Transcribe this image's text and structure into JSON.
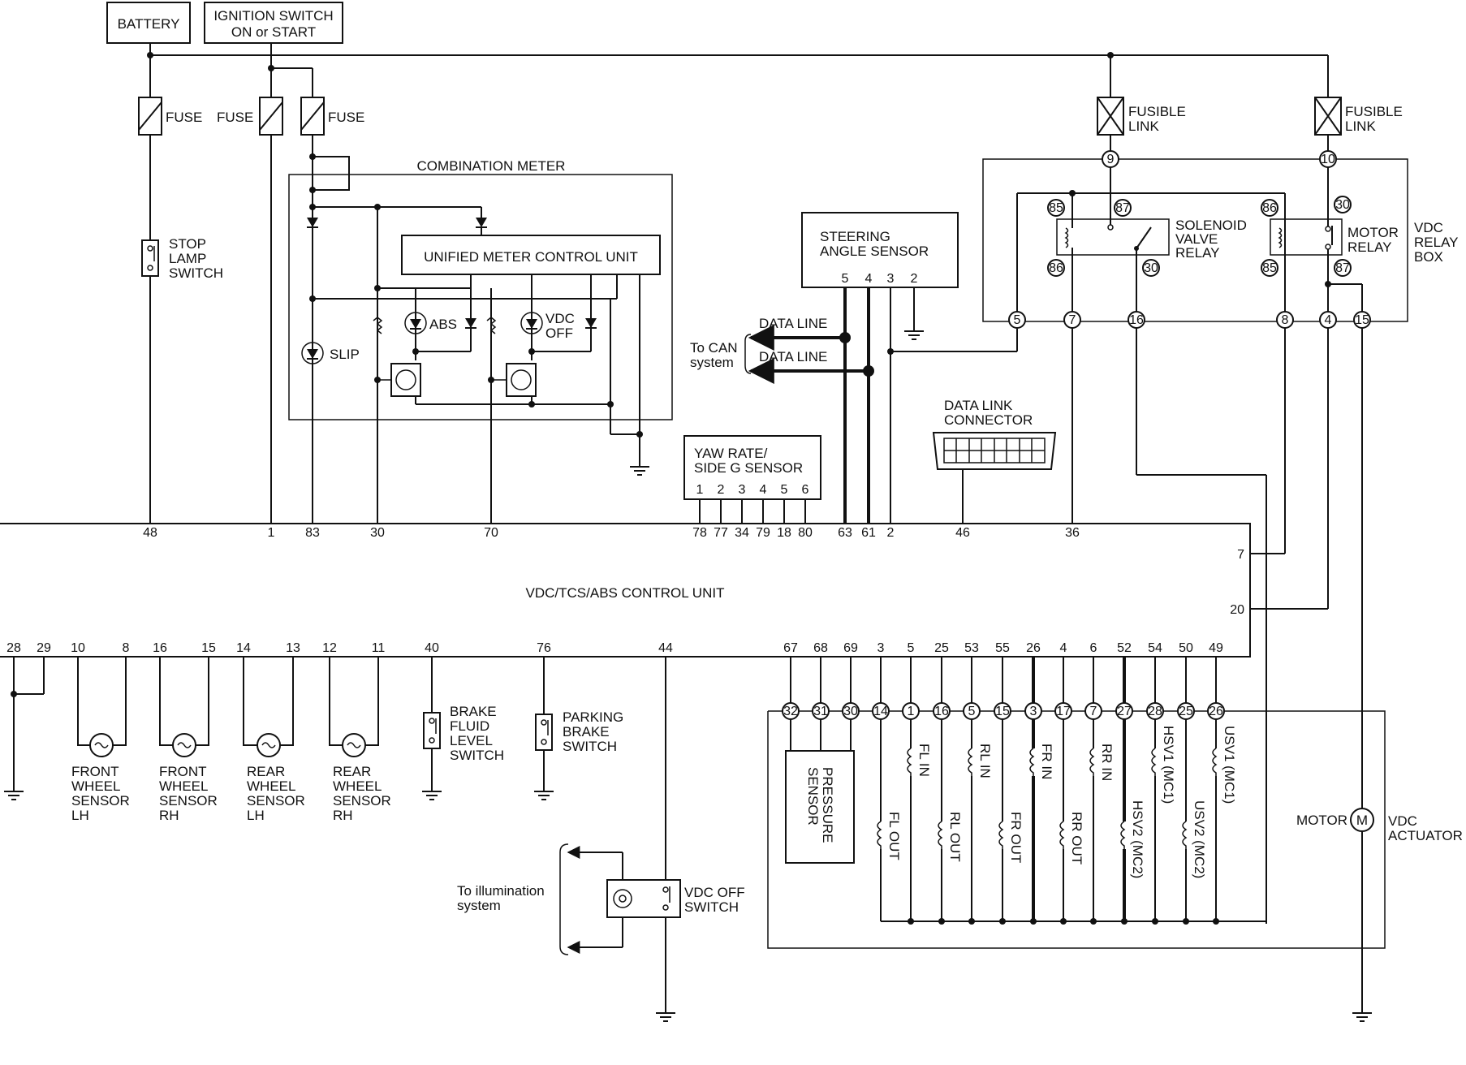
{
  "power": {
    "battery": "BATTERY",
    "ignition_l1": "IGNITION SWITCH",
    "ignition_l2": "ON or START",
    "fuse": "FUSE",
    "fusible_l1": "FUSIBLE",
    "fusible_l2": "LINK"
  },
  "stop_lamp": [
    "STOP",
    "LAMP",
    "SWITCH"
  ],
  "combination_meter": {
    "title": "COMBINATION METER",
    "unit": "UNIFIED METER CONTROL UNIT",
    "slip": "SLIP",
    "abs": "ABS",
    "vdc_off_l1": "VDC",
    "vdc_off_l2": "OFF"
  },
  "steering": {
    "l1": "STEERING",
    "l2": "ANGLE SENSOR",
    "pins": [
      "5",
      "4",
      "3",
      "2"
    ]
  },
  "can": {
    "data_line": "DATA LINE",
    "to_can_l1": "To CAN",
    "to_can_l2": "system"
  },
  "dlc": {
    "l1": "DATA LINK",
    "l2": "CONNECTOR"
  },
  "yaw": {
    "l1": "YAW RATE/",
    "l2": "SIDE G SENSOR",
    "pins": [
      "1",
      "2",
      "3",
      "4",
      "5",
      "6"
    ]
  },
  "relay_box": {
    "solenoid": [
      "SOLENOID",
      "VALVE",
      "RELAY"
    ],
    "motor": [
      "MOTOR",
      "RELAY"
    ],
    "box": [
      "VDC",
      "RELAY",
      "BOX"
    ],
    "top_pins": [
      "9",
      "10"
    ],
    "relay_pins": [
      "85",
      "87",
      "86",
      "30",
      "86",
      "30",
      "85",
      "87"
    ],
    "bottom_pins": [
      "5",
      "7",
      "16",
      "8",
      "4",
      "15"
    ]
  },
  "control_unit": {
    "title": "VDC/TCS/ABS CONTROL UNIT",
    "top_pins": [
      "48",
      "1",
      "83",
      "30",
      "70",
      "78",
      "77",
      "34",
      "79",
      "18",
      "80",
      "63",
      "61",
      "2",
      "46",
      "36"
    ],
    "right_pins": [
      "7",
      "20"
    ],
    "bottom_pins": [
      "28",
      "29",
      "10",
      "8",
      "16",
      "15",
      "14",
      "13",
      "12",
      "11",
      "40",
      "76",
      "44",
      "67",
      "68",
      "69",
      "3",
      "5",
      "25",
      "53",
      "55",
      "26",
      "4",
      "6",
      "52",
      "54",
      "50",
      "49"
    ]
  },
  "sensors": {
    "front_lh": [
      "FRONT",
      "WHEEL",
      "SENSOR",
      "LH"
    ],
    "front_rh": [
      "FRONT",
      "WHEEL",
      "SENSOR",
      "RH"
    ],
    "rear_lh": [
      "REAR",
      "WHEEL",
      "SENSOR",
      "LH"
    ],
    "rear_rh": [
      "REAR",
      "WHEEL",
      "SENSOR",
      "RH"
    ],
    "brake_fluid": [
      "BRAKE",
      "FLUID",
      "LEVEL",
      "SWITCH"
    ],
    "parking": [
      "PARKING",
      "BRAKE",
      "SWITCH"
    ]
  },
  "vdc_off_switch": {
    "label_l1": "VDC OFF",
    "label_l2": "SWITCH",
    "illum_l1": "To illumination",
    "illum_l2": "system"
  },
  "actuator": {
    "pins": [
      "32",
      "31",
      "30",
      "14",
      "1",
      "16",
      "5",
      "15",
      "3",
      "17",
      "7",
      "27",
      "28",
      "25",
      "26"
    ],
    "pressure": [
      "PRESSURE",
      "SENSOR"
    ],
    "solenoids": [
      "FL OUT",
      "FL IN",
      "RL OUT",
      "RL IN",
      "FR OUT",
      "FR IN",
      "RR OUT",
      "RR IN",
      "HSV2 (MC2)",
      "HSV1 (MC1)",
      "USV2 (MC2)",
      "USV1 (MC1)"
    ],
    "motor_label": "MOTOR",
    "motor_symbol": "M",
    "label_l1": "VDC",
    "label_l2": "ACTUATOR"
  }
}
